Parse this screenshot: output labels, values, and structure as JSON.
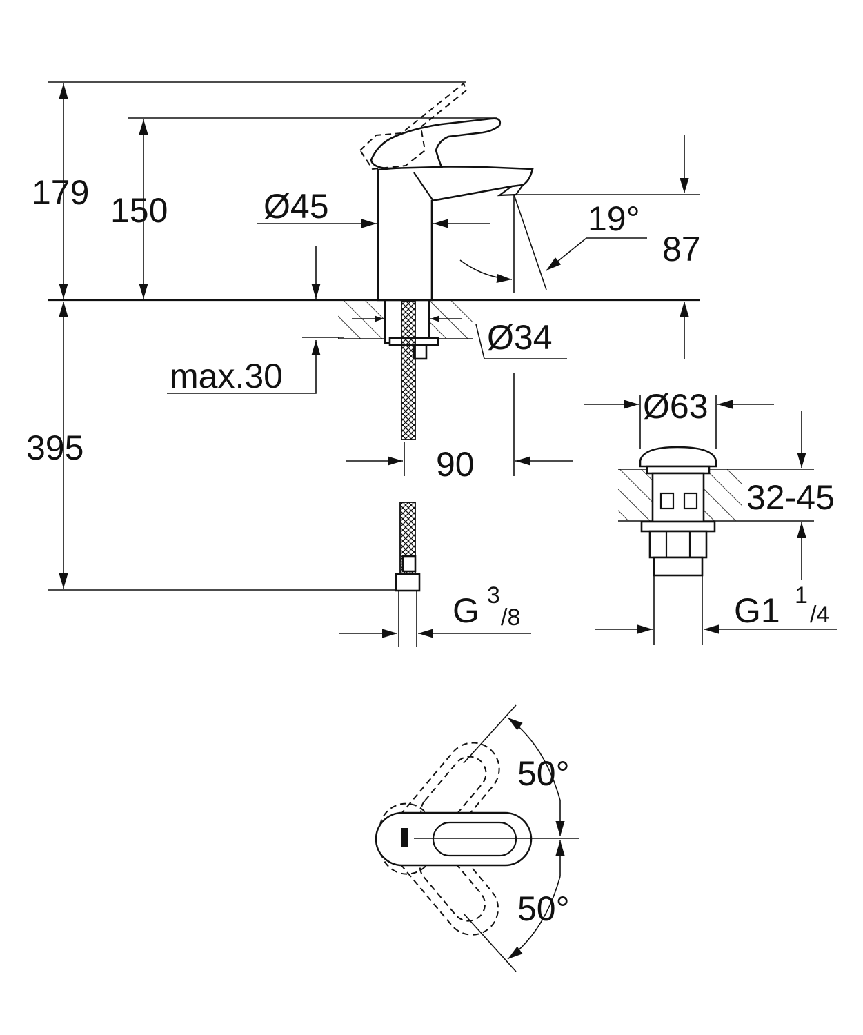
{
  "colors": {
    "line": "#111111",
    "background": "#ffffff"
  },
  "dimensions": {
    "total_height": "179",
    "lever_height": "150",
    "body_diameter": "Ø45",
    "spout_angle": "19°",
    "spout_reach": "87",
    "base_diameter": "Ø34",
    "max_deck_thickness": "max.30",
    "hose_length": "395",
    "hole_to_spout": "90",
    "waste_diameter": "Ø63",
    "waste_deck_range": "32-45",
    "hose_thread_prefix": "G",
    "hose_thread_num": "3",
    "hose_thread_den": "/8",
    "waste_thread_prefix": "G1",
    "waste_thread_num": "1",
    "waste_thread_den": "/4",
    "lever_angle_up": "50°",
    "lever_angle_down": "50°"
  }
}
